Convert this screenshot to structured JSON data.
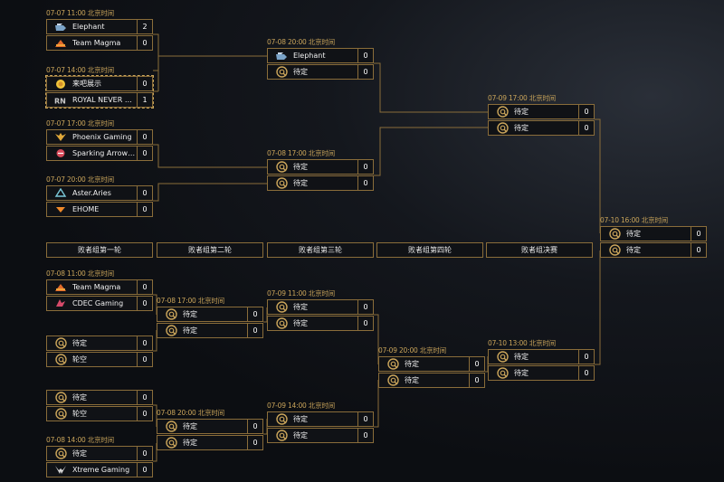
{
  "tbd": "待定",
  "bye": "轮空",
  "round_labels": [
    "败者组第一轮",
    "败者组第二轮",
    "败者组第三轮",
    "败者组第四轮",
    "败者组决赛"
  ],
  "colors": {
    "accent": "#c9a45a",
    "line": "#8a6d3a",
    "background": "#0c0e12"
  },
  "matches": [
    {
      "id": "m1",
      "time": "07-07 11:00 北京时间",
      "teams": [
        {
          "name": "Elephant",
          "score": "2",
          "logo": "elephant-logo"
        },
        {
          "name": "Team Magma",
          "score": "0",
          "logo": "magma-logo"
        }
      ]
    },
    {
      "id": "m2",
      "time": "07-07 14:00 北京时间",
      "highlight": true,
      "teams": [
        {
          "name": "来吧展示",
          "score": "0",
          "logo": "laiba-logo"
        },
        {
          "name": "ROYAL NEVER G…",
          "score": "1",
          "logo": "rng-logo"
        }
      ]
    },
    {
      "id": "m3",
      "time": "07-07 17:00 北京时间",
      "teams": [
        {
          "name": "Phoenix Gaming",
          "score": "0",
          "logo": "phoenix-logo"
        },
        {
          "name": "Sparking Arrow…",
          "score": "0",
          "logo": "sparking-logo"
        }
      ]
    },
    {
      "id": "m4",
      "time": "07-07 20:00 北京时间",
      "teams": [
        {
          "name": "Aster.Aries",
          "score": "0",
          "logo": "aster-logo"
        },
        {
          "name": "EHOME",
          "score": "0",
          "logo": "ehome-logo"
        }
      ]
    },
    {
      "id": "m5",
      "time": "07-08 20:00 北京时间",
      "teams": [
        {
          "name": "Elephant",
          "score": "0",
          "logo": "elephant-logo"
        },
        {
          "name": "待定",
          "score": "0",
          "logo": "tbd-logo"
        }
      ]
    },
    {
      "id": "m6",
      "time": "07-08 17:00 北京时间",
      "teams": [
        {
          "name": "待定",
          "score": "0",
          "logo": "tbd-logo"
        },
        {
          "name": "待定",
          "score": "0",
          "logo": "tbd-logo"
        }
      ]
    },
    {
      "id": "m7",
      "time": "07-09 17:00 北京时间",
      "teams": [
        {
          "name": "待定",
          "score": "0",
          "logo": "tbd-logo"
        },
        {
          "name": "待定",
          "score": "0",
          "logo": "tbd-logo"
        }
      ]
    },
    {
      "id": "m8",
      "time": "07-10 16:00 北京时间",
      "teams": [
        {
          "name": "待定",
          "score": "0",
          "logo": "tbd-logo"
        },
        {
          "name": "待定",
          "score": "0",
          "logo": "tbd-logo"
        }
      ]
    },
    {
      "id": "l1",
      "time": "07-08 11:00 北京时间",
      "teams": [
        {
          "name": "Team Magma",
          "score": "0",
          "logo": "magma-logo"
        },
        {
          "name": "CDEC Gaming",
          "score": "0",
          "logo": "cdec-logo"
        }
      ]
    },
    {
      "id": "l2",
      "time": "",
      "teams": [
        {
          "name": "待定",
          "score": "0",
          "logo": "tbd-logo"
        },
        {
          "name": "轮空",
          "score": "0",
          "logo": "tbd-logo"
        }
      ]
    },
    {
      "id": "l3",
      "time": "",
      "teams": [
        {
          "name": "待定",
          "score": "0",
          "logo": "tbd-logo"
        },
        {
          "name": "轮空",
          "score": "0",
          "logo": "tbd-logo"
        }
      ]
    },
    {
      "id": "l4",
      "time": "07-08 14:00 北京时间",
      "teams": [
        {
          "name": "待定",
          "score": "0",
          "logo": "tbd-logo"
        },
        {
          "name": "Xtreme Gaming",
          "score": "0",
          "logo": "xtreme-logo"
        }
      ]
    },
    {
      "id": "l5",
      "time": "07-08 17:00 北京时间",
      "teams": [
        {
          "name": "待定",
          "score": "0",
          "logo": "tbd-logo"
        },
        {
          "name": "待定",
          "score": "0",
          "logo": "tbd-logo"
        }
      ]
    },
    {
      "id": "l6",
      "time": "07-08 20:00 北京时间",
      "teams": [
        {
          "name": "待定",
          "score": "0",
          "logo": "tbd-logo"
        },
        {
          "name": "待定",
          "score": "0",
          "logo": "tbd-logo"
        }
      ]
    },
    {
      "id": "l7",
      "time": "07-09 11:00 北京时间",
      "teams": [
        {
          "name": "待定",
          "score": "0",
          "logo": "tbd-logo"
        },
        {
          "name": "待定",
          "score": "0",
          "logo": "tbd-logo"
        }
      ]
    },
    {
      "id": "l8",
      "time": "07-09 14:00 北京时间",
      "teams": [
        {
          "name": "待定",
          "score": "0",
          "logo": "tbd-logo"
        },
        {
          "name": "待定",
          "score": "0",
          "logo": "tbd-logo"
        }
      ]
    },
    {
      "id": "l9",
      "time": "07-09 20:00 北京时间",
      "teams": [
        {
          "name": "待定",
          "score": "0",
          "logo": "tbd-logo"
        },
        {
          "name": "待定",
          "score": "0",
          "logo": "tbd-logo"
        }
      ]
    },
    {
      "id": "l10",
      "time": "07-10 13:00 北京时间",
      "teams": [
        {
          "name": "待定",
          "score": "0",
          "logo": "tbd-logo"
        },
        {
          "name": "待定",
          "score": "0",
          "logo": "tbd-logo"
        }
      ]
    }
  ]
}
